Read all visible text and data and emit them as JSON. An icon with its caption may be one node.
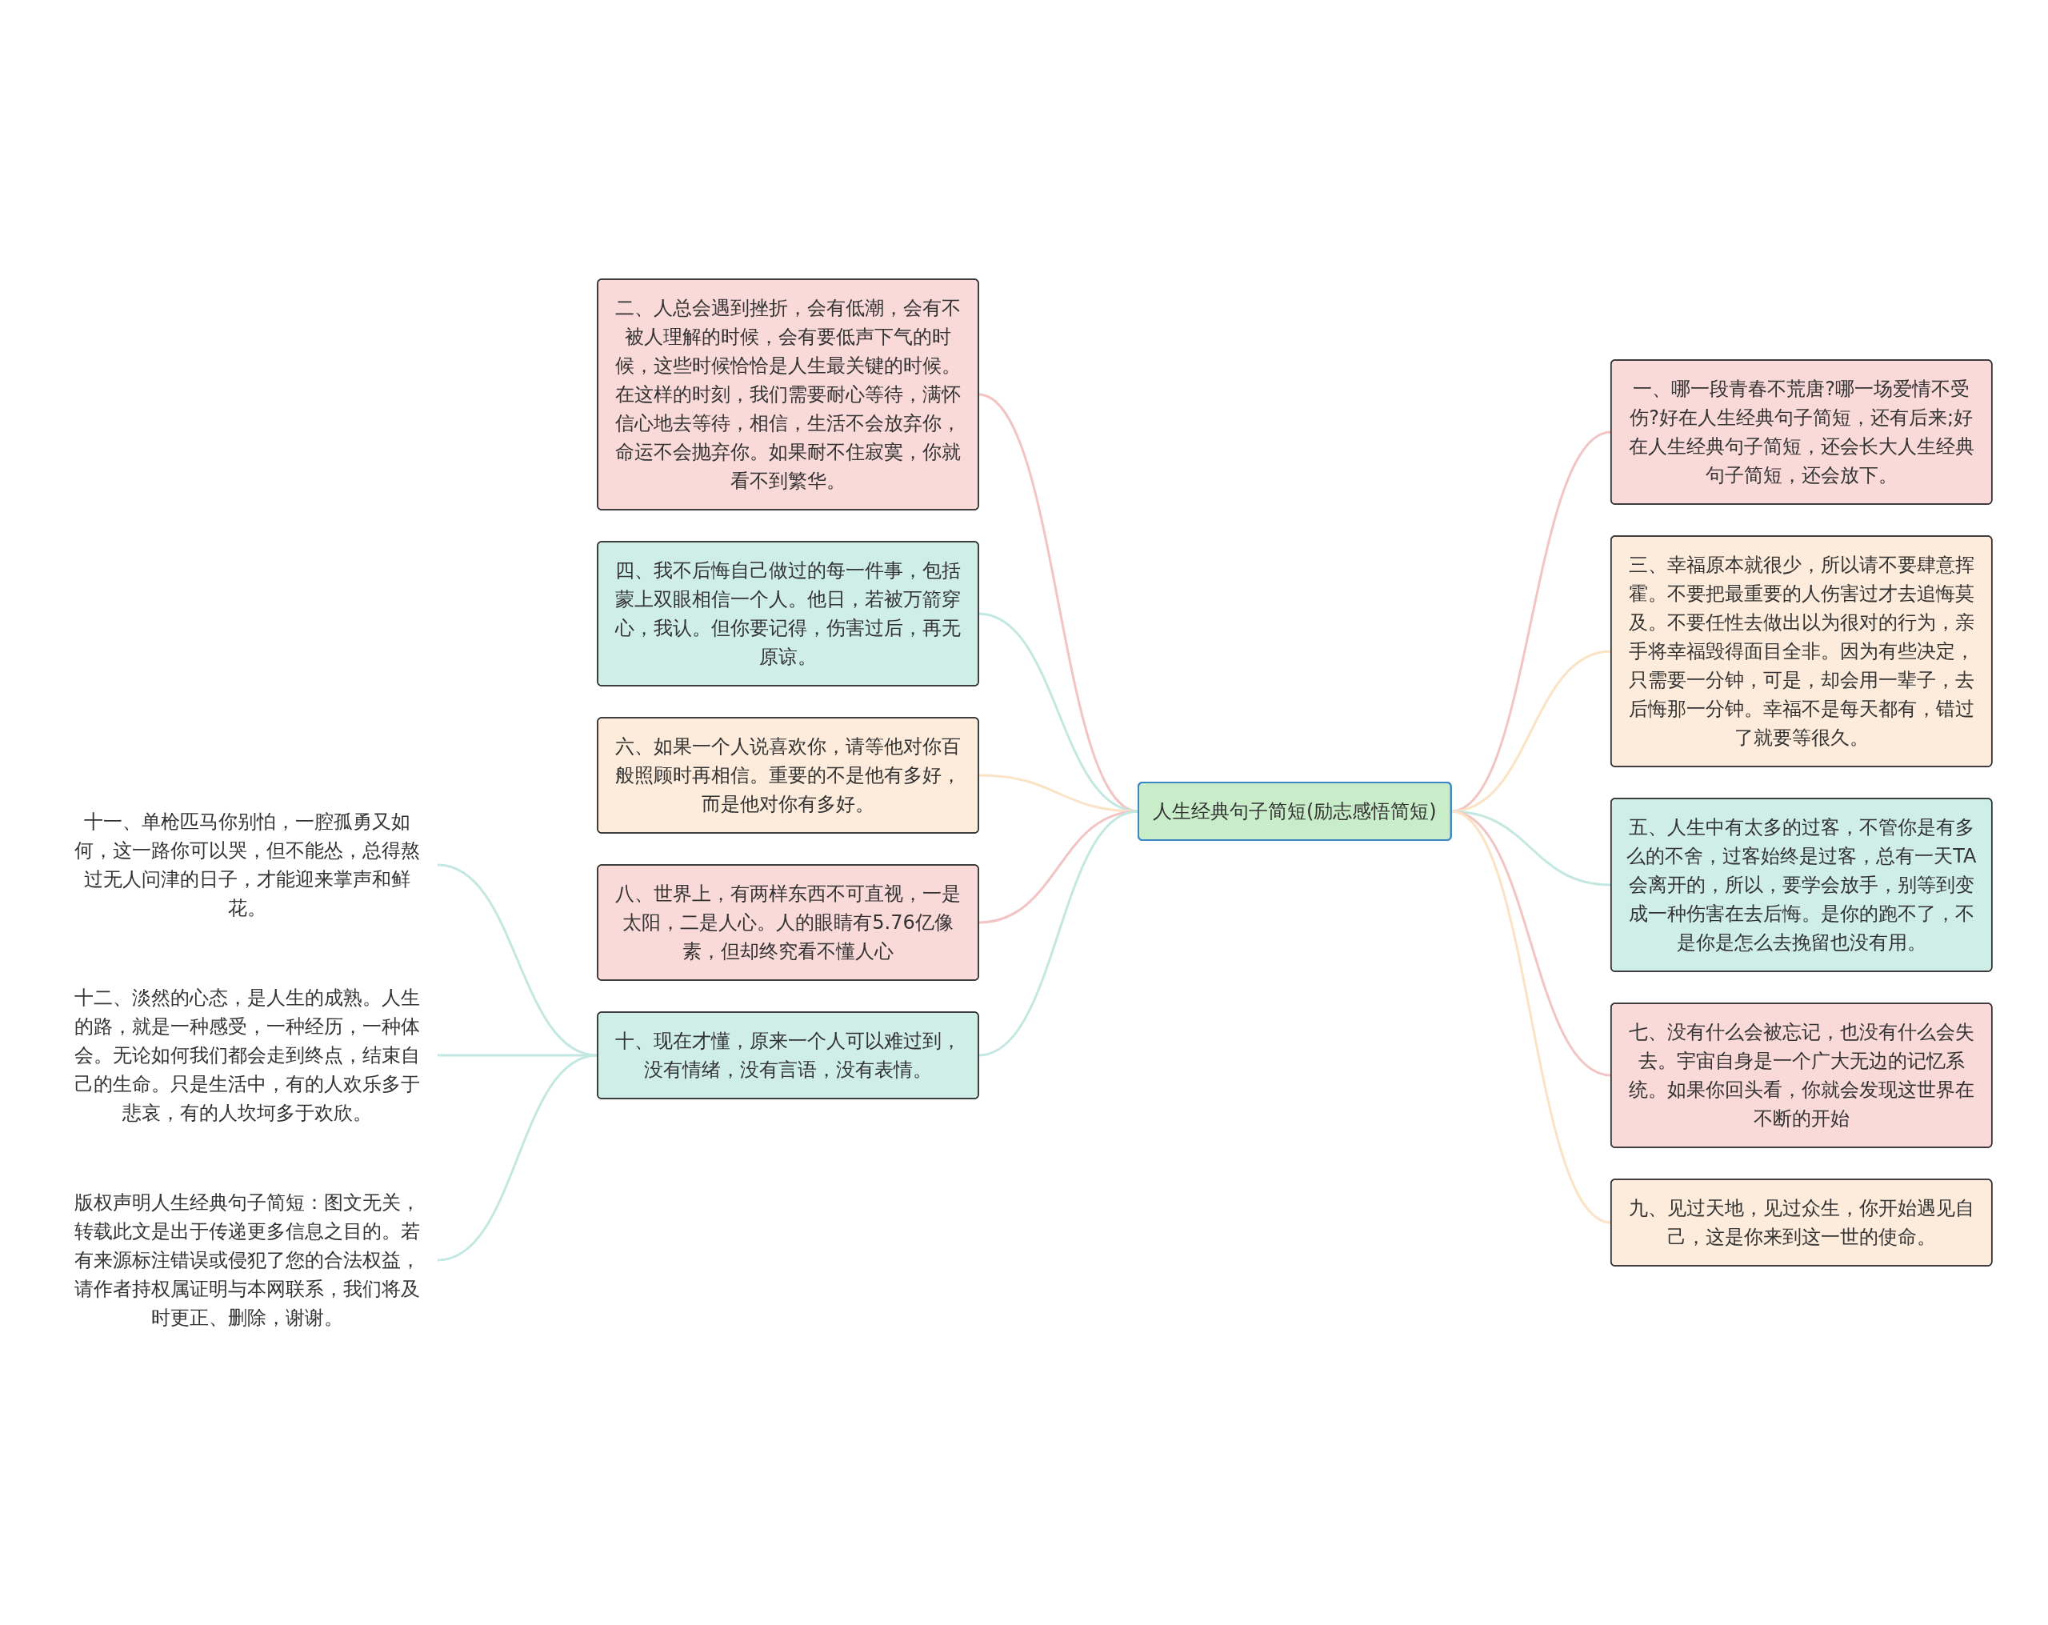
{
  "diagram": {
    "nodes": [
      {
        "text": [
          "人生经典句子简短(励志感悟简短)"
        ]
      },
      {
        "text": [
          "二、人总会遇到挫折，会有低潮，会有不被人理解的时候，会有要低声下气的时候，这些时候恰恰是人生最关键的时候。在这样的时刻，我们需要耐心等待，满怀信心地去等待，相信，生活不会放弃你，命运不会抛弃你。如果耐不住寂寞，你就看不到繁华。"
        ]
      },
      {
        "text": [
          "四、我不后悔自己做过的每一件事，包括蒙上双眼相信一个人。他日，若被万箭穿心，我认。但你要记得，伤害过后，再无原谅。"
        ]
      },
      {
        "text": [
          "六、如果一个人说喜欢你，请等他对你百般照顾时再相信。重要的不是他有多好，而是他对你有多好。"
        ]
      },
      {
        "text": [
          "八、世界上，有两样东西不可直视，一是太阳，二是人心。人的眼睛有5.76亿像素，但却终究看不懂人心"
        ]
      },
      {
        "text": [
          "十、现在才懂，原来一个人可以难过到，没有情绪，没有言语，没有表情。"
        ]
      },
      {
        "text": [
          "十一、单枪匹马你别怕，一腔孤勇又如何，这一路你可以哭，但不能怂，总得熬过无人问津的日子，才能迎来掌声和鲜花。"
        ]
      },
      {
        "text": [
          "十二、淡然的心态，是人生的成熟。人生的路，就是一种感受，一种经历，一种体会。无论如何我们都会走到终点，结束自己的生命。只是生活中，有的人欢乐多于悲哀，有的人坎坷多于欢欣。"
        ]
      },
      {
        "text": [
          "版权声明人生经典句子简短：图文无关，转载此文是出于传递更多信息之目的。若有来源标注错误或侵犯了您的合法权益，请作者持权属证明与本网联系，我们将及时更正、删除，谢谢。"
        ]
      },
      {
        "text": [
          "一、哪一段青春不荒唐?哪一场爱情不受伤?好在人生经典句子简短，还有后来;好在人生经典句子简短，还会长大人生经典句子简短，还会放下。"
        ]
      },
      {
        "text": [
          "三、幸福原本就很少，所以请不要肆意挥霍。不要把最重要的人伤害过才去追悔莫及。不要任性去做出以为很对的行为，亲手将幸福毁得面目全非。因为有些决定，只需要一分钟，可是，却会用一辈子，去后悔那一分钟。幸福不是每天都有，错过了就要等很久。"
        ]
      },
      {
        "text": [
          "五、人生中有太多的过客，不管你是有多么的不舍，过客始终是过客，总有一天TA会离开的，所以，要学会放手，别等到变成一种伤害在去后悔。是你的跑不了，不是你是怎么去挽留也没有用。"
        ]
      },
      {
        "text": [
          "七、没有什么会被忘记，也没有什么会失去。宇宙自身是一个广大无边的记忆系统。如果你回头看，你就会发现这世界在不断的开始"
        ]
      },
      {
        "text": [
          "九、见过天地，见过众生，你开始遇见自己，这是你来到这一世的使命。"
        ]
      }
    ],
    "edges": [
      {
        "from": 1,
        "to": 0,
        "arrow": "none",
        "color": "#f2c4c4"
      },
      {
        "from": 2,
        "to": 0,
        "arrow": "none"
      },
      {
        "from": 3,
        "to": 0,
        "arrow": "none",
        "color": "#fbe3c6"
      },
      {
        "from": 4,
        "to": 0,
        "arrow": "none",
        "color": "#f2c4c4"
      },
      {
        "from": 5,
        "to": 0,
        "arrow": "none"
      },
      {
        "from": 6,
        "to": 5,
        "arrow": "none"
      },
      {
        "from": 7,
        "to": 5,
        "arrow": "none"
      },
      {
        "from": 8,
        "to": 5,
        "arrow": "none"
      },
      {
        "from": 0,
        "to": 9,
        "arrow": "none",
        "color": "#f2c4c4"
      },
      {
        "from": 0,
        "to": 10,
        "arrow": "none",
        "color": "#fbe3c6"
      },
      {
        "from": 0,
        "to": 11,
        "arrow": "none"
      },
      {
        "from": 0,
        "to": 12,
        "arrow": "none",
        "color": "#f2c4c4"
      },
      {
        "from": 0,
        "to": 13,
        "arrow": "none",
        "color": "#fbe3c6"
      }
    ]
  }
}
